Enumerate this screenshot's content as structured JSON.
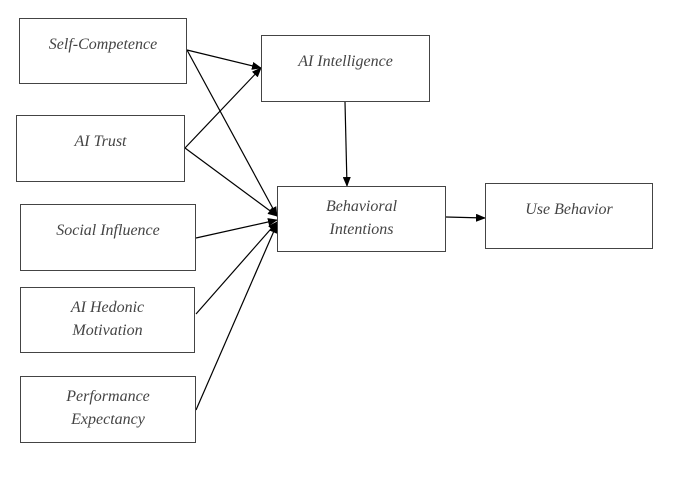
{
  "diagram": {
    "nodes": {
      "self_competence": "Self-Competence",
      "ai_trust": "AI Trust",
      "social_influence": "Social Influence",
      "ai_hedonic_motivation": "AI Hedonic\nMotivation",
      "performance_expectancy": "Performance\nExpectancy",
      "ai_intelligence": "AI Intelligence",
      "behavioral_intentions": "Behavioral\nIntentions",
      "use_behavior": "Use Behavior"
    },
    "edges": [
      {
        "from": "self_competence",
        "to": "ai_intelligence"
      },
      {
        "from": "self_competence",
        "to": "behavioral_intentions"
      },
      {
        "from": "ai_trust",
        "to": "ai_intelligence"
      },
      {
        "from": "ai_trust",
        "to": "behavioral_intentions"
      },
      {
        "from": "social_influence",
        "to": "behavioral_intentions"
      },
      {
        "from": "ai_hedonic_motivation",
        "to": "behavioral_intentions"
      },
      {
        "from": "performance_expectancy",
        "to": "behavioral_intentions"
      },
      {
        "from": "ai_intelligence",
        "to": "behavioral_intentions"
      },
      {
        "from": "behavioral_intentions",
        "to": "use_behavior"
      }
    ],
    "colors": {
      "line": "#000000",
      "border": "#444444",
      "text": "#444444"
    }
  }
}
